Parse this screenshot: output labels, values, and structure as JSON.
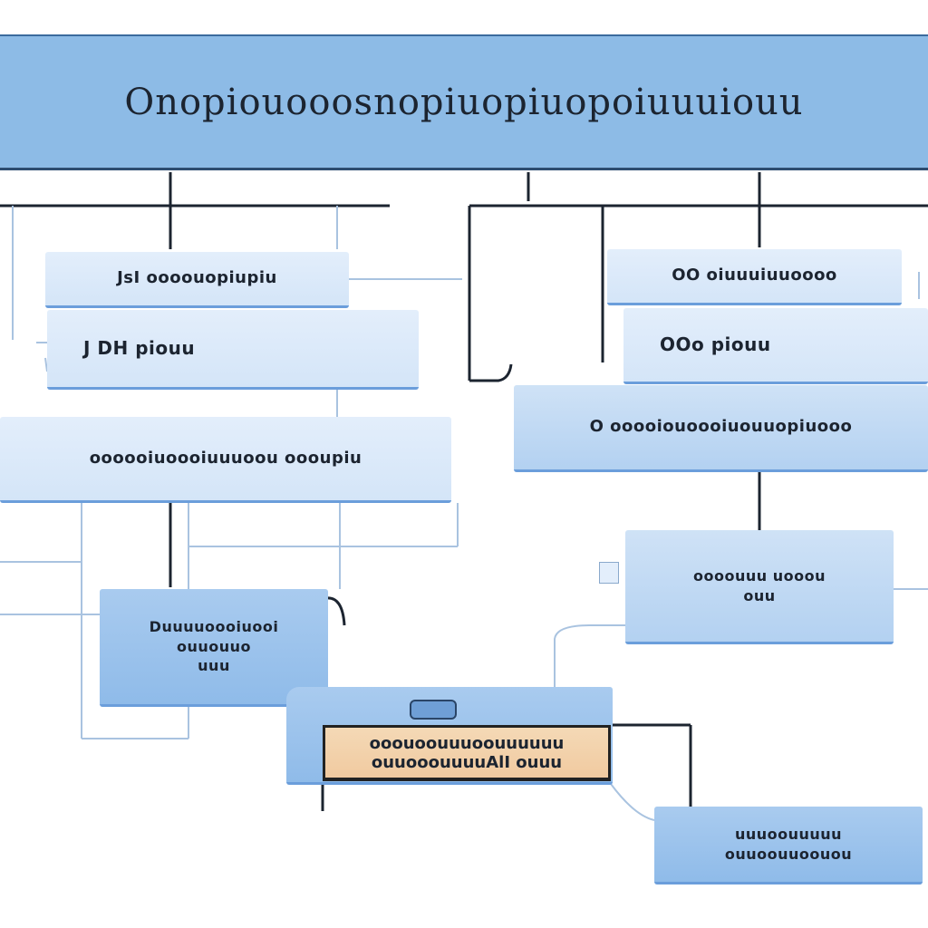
{
  "title": "Onopiouooosnopiuopiuopoiuuuiouu",
  "nodes": {
    "left_top": "JsI oooouopiupiu",
    "left_sub": "J DH piouu",
    "right_top": "OO oiuuuiuuoooo",
    "right_sub": "OOo piouu",
    "right_wide": "O ooooiouoooiuouuopiuooo",
    "left_wide": "oooooiuoooiuuuoou oooupiu",
    "right_mid": "oooouuu uooou\nouu",
    "left_bottom": "Duuuuoooiuooi\nouuouuo\nuuu",
    "center_highlight": "ooouoouuuoouuuuuu\nouuooouuuuAlI ouuu",
    "bottom_right": "uuuoouuuuu\nouuoouuoouou"
  },
  "colors": {
    "header": "#8dbbe6",
    "node": "#b3d1f1",
    "node_border": "#6b9edb",
    "highlight": "#f1caa0",
    "line": "#1c2430",
    "faint_line": "#a9c3e0"
  }
}
